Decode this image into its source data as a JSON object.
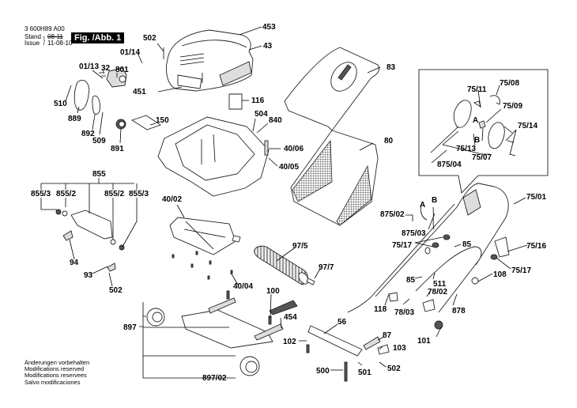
{
  "header": {
    "part_number": "3 600H89 A00",
    "stand_label": "Stand",
    "issue_label": "Issue",
    "stand_value": "08-11",
    "issue_value": "11-08-10",
    "figure_label": "Fig. /Abb. 1"
  },
  "footer": {
    "lines": [
      "Änderungen vorbehalten",
      "Modifications reserved",
      "Modifications reservees",
      "Salvo modificaciones"
    ]
  },
  "callouts": {
    "c502a": "502",
    "c453": "453",
    "c43": "43",
    "c01_14": "01/14",
    "c01_13": "01/13",
    "c32": "32",
    "c801": "801",
    "c451": "451",
    "c510": "510",
    "c889": "889",
    "c892": "892",
    "c509": "509",
    "c891": "891",
    "c150": "150",
    "c116": "116",
    "c504": "504",
    "c840": "840",
    "c40_06": "40/06",
    "c40_05": "40/05",
    "c83": "83",
    "c80": "80",
    "c855": "855",
    "c855_3a": "855/3",
    "c855_2a": "855/2",
    "c855_2b": "855/2",
    "c855_3b": "855/3",
    "c94": "94",
    "c93": "93",
    "c502b": "502",
    "c40_02": "40/02",
    "c97_5": "97/5",
    "c97_7": "97/7",
    "c40_04": "40/04",
    "c100": "100",
    "c454": "454",
    "c897": "897",
    "c897_02": "897/02",
    "c102": "102",
    "c56": "56",
    "c500": "500",
    "c501": "501",
    "c87": "87",
    "c103": "103",
    "c502c": "502",
    "c75_11": "75/11",
    "c75_08": "75/08",
    "c75_09": "75/09",
    "cA1": "A",
    "cB1": "B",
    "c75_14": "75/14",
    "c75_13": "75/13",
    "c75_07": "75/07",
    "c875_04": "875/04",
    "c875_02": "875/02",
    "cA2": "A",
    "cB2": "B",
    "c875_03": "875/03",
    "c75_01": "75/01",
    "c75_17a": "75/17",
    "c85a": "85",
    "c75_16": "75/16",
    "c75_17b": "75/17",
    "c108": "108",
    "c85b": "85",
    "c511": "511",
    "c78_02": "78/02",
    "c118": "118",
    "c78_03": "78/03",
    "c878": "878",
    "c101": "101"
  }
}
